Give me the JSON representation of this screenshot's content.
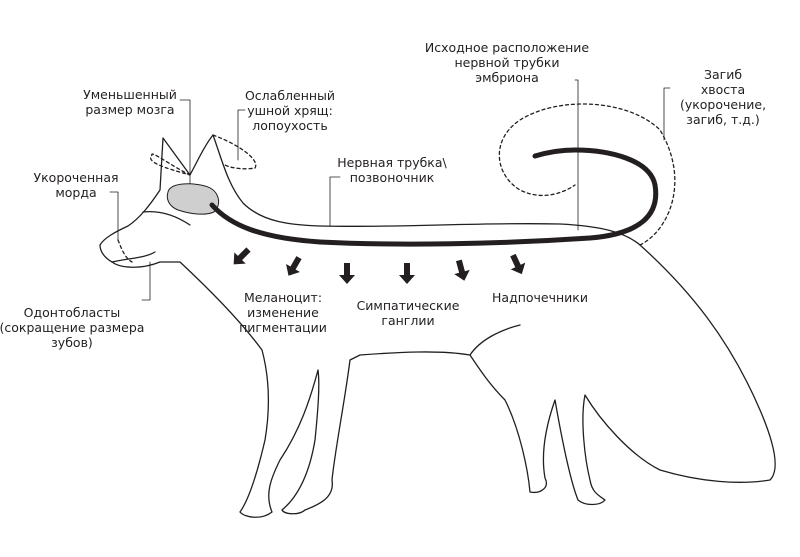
{
  "labels": {
    "embryo_tube": "Исходное расположение\nнервной трубки\nэмбриона",
    "tail": "Загиб хвоста\n(укорочение,\nзагиб, т.д.)",
    "brain": "Уменьшенный\nразмер мозга",
    "ear": "Ослабленный\nушной хрящ:\nлопоухость",
    "muzzle": "Укороченная\nморда",
    "neural_tube": "Нервная трубка\\\nпозвоночник",
    "melanocyte": "Меланоцит:\nизменение\nпигментации",
    "ganglia": "Симпатические\nганглии",
    "adrenal": "Надпочечники",
    "odontoblasts": "Одонтобласты\n(сокращение размера\nзубов)"
  },
  "colors": {
    "line": "#231f20",
    "brain": "#cfcfcf"
  }
}
